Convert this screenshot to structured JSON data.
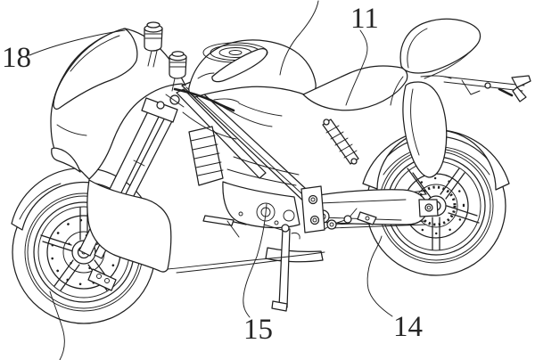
{
  "figure": {
    "type": "patent line drawing",
    "subject": "sport motorcycle, left side view",
    "background": "#ffffff",
    "line_color": "#1f1f1f",
    "label_color": "#262626",
    "reference_labels": [
      {
        "text": "18"
      },
      {
        "text": "11"
      },
      {
        "text": "15"
      },
      {
        "text": "14"
      }
    ]
  }
}
